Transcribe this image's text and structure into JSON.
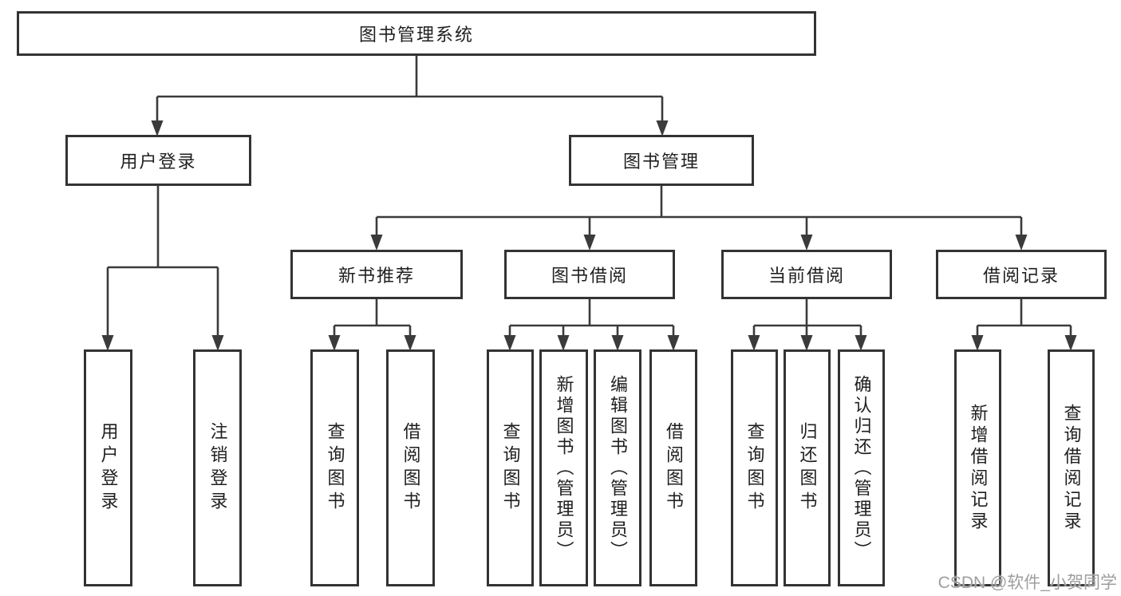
{
  "diagram": {
    "title": "图书管理系统",
    "root": {
      "label": "图书管理系统"
    },
    "level2": [
      {
        "id": "user-login",
        "label": "用户登录"
      },
      {
        "id": "book-mgmt",
        "label": "图书管理"
      }
    ],
    "level3": [
      {
        "id": "new-book-recommend",
        "label": "新书推荐"
      },
      {
        "id": "book-borrow",
        "label": "图书借阅"
      },
      {
        "id": "current-borrow",
        "label": "当前借阅"
      },
      {
        "id": "borrow-records",
        "label": "借阅记录"
      }
    ],
    "leaves": {
      "user_login": [
        "用户登录",
        "注销登录"
      ],
      "new_book": [
        "查询图书",
        "借阅图书"
      ],
      "book_borrow": [
        "查询图书",
        "新增图书（管理员）",
        "编辑图书（管理员）",
        "借阅图书"
      ],
      "current_borrow": [
        "查询图书",
        "归还图书",
        "确认归还（管理员）"
      ],
      "borrow_records": [
        "新增借阅记录",
        "查询借阅记录"
      ]
    },
    "colors": {
      "line": "#3b3b3b",
      "box_border": "#333333",
      "box_background": "#ffffff",
      "text": "#1f1f1f",
      "watermark": "#9e9e9e"
    }
  },
  "watermark": {
    "text": "CSDN @软件_小贺同学"
  }
}
